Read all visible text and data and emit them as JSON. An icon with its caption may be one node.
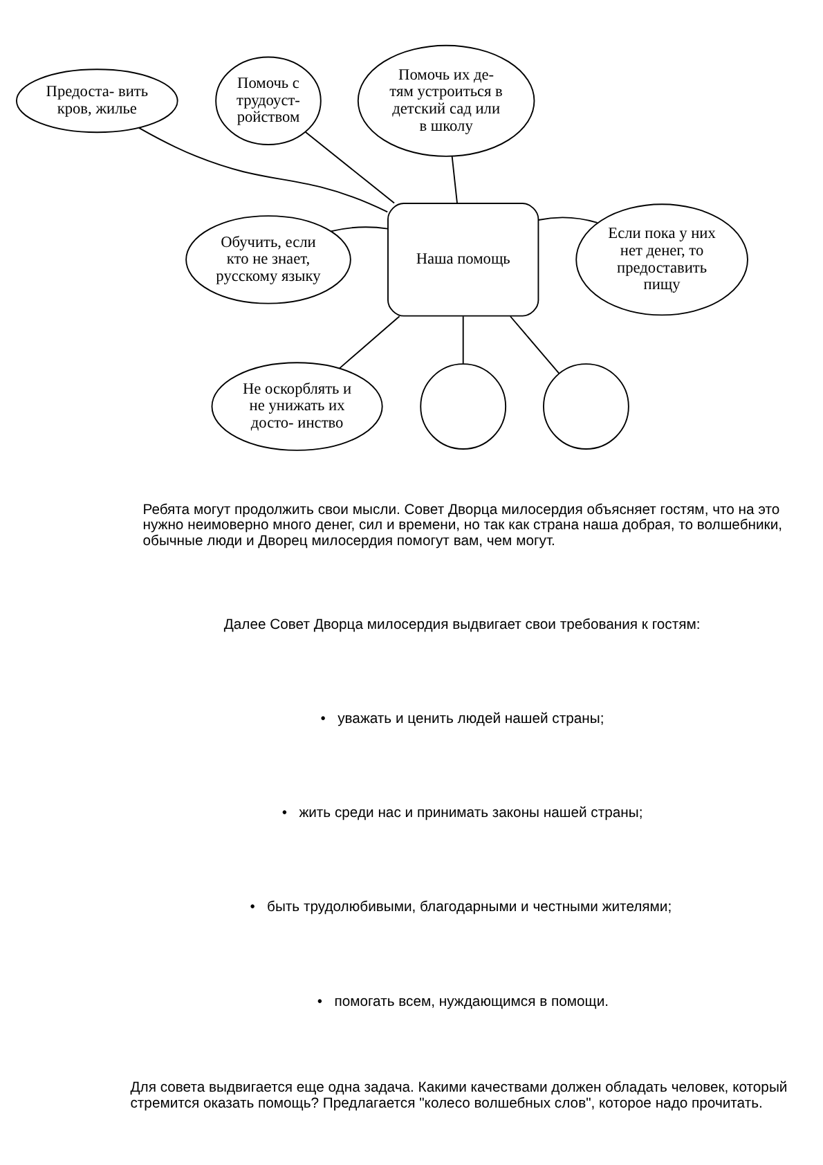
{
  "diagram": {
    "nodes": [
      {
        "text": [
          "Наша помощь"
        ]
      },
      {
        "text": [
          "Предоста- вить кров, жилье"
        ]
      },
      {
        "text": [
          "Помочь с трудоуст- ройством"
        ]
      },
      {
        "text": [
          "Помочь их де- тям устроиться в детский сад или в школу"
        ]
      },
      {
        "text": [
          "Обучить, если кто не знает, русскому языку"
        ]
      },
      {
        "text": [
          "Если пока у них нет денег, то предоставить пищу"
        ]
      },
      {
        "text": [
          "Не оскорблять и не унижать их досто- инство"
        ]
      },
      {
        "text": [],
        "shape": "circle"
      },
      {
        "text": [],
        "shape": "circle"
      }
    ],
    "edges": [
      {
        "from": 0,
        "to": 1,
        "arrow": "none"
      },
      {
        "from": 0,
        "to": 2,
        "arrow": "none"
      },
      {
        "from": 0,
        "to": 3,
        "arrow": "none"
      },
      {
        "from": 0,
        "to": 4,
        "arrow": "none"
      },
      {
        "from": 0,
        "to": 5,
        "arrow": "none"
      },
      {
        "from": 0,
        "to": 6,
        "arrow": "none"
      },
      {
        "from": 0,
        "to": 7,
        "arrow": "none"
      },
      {
        "from": 0,
        "to": 8,
        "arrow": "none"
      }
    ],
    "labels": [
      "Ребята могут продолжить свои мысли. Совет Дворца милосердия объясняет гостям, что на это нужно неимоверно много денег, сил и времени, но так как страна наша добрая, то волшебники, обычные люди и Дворец милосердия помогут вам, чем могут.",
      "Далее Совет Дворца милосердия выдвигает свои требования к гостям:",
      "•",
      "уважать и ценить людей нашей страны;",
      "•",
      "жить среди нас и принимать законы нашей страны;",
      "•",
      "быть трудолюбивыми, благодарными и честными жителями;",
      "•",
      "помогать всем, нуждающимся в помощи.",
      "Для совета выдвигается еще одна задача. Какими качествами должен обладать человек, который стремится оказать помощь? Предлагается \"колесо волшебных слов\", которое надо прочитать."
    ]
  }
}
